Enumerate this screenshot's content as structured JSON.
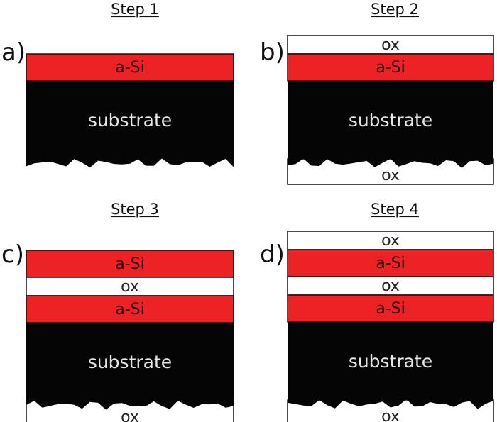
{
  "colors": {
    "asi": "#ed2224",
    "asi_text": "#2a0000",
    "ox": "#ffffff",
    "ox_text": "#222222",
    "substrate": "#050505",
    "substrate_text": "#e6e6e6",
    "outline": "#111111"
  },
  "panels": [
    {
      "step": "Step 1",
      "letter": "a)",
      "layers": [
        {
          "type": "asi",
          "label": "a-Si"
        },
        {
          "type": "substrate",
          "label": "substrate"
        }
      ],
      "bottom_ox": null
    },
    {
      "step": "Step 2",
      "letter": "b)",
      "layers": [
        {
          "type": "ox",
          "label": "ox"
        },
        {
          "type": "asi",
          "label": "a-Si"
        },
        {
          "type": "substrate",
          "label": "substrate"
        }
      ],
      "bottom_ox": "ox"
    },
    {
      "step": "Step 3",
      "letter": "c)",
      "layers": [
        {
          "type": "asi",
          "label": "a-Si"
        },
        {
          "type": "ox",
          "label": "ox"
        },
        {
          "type": "asi",
          "label": "a-Si"
        },
        {
          "type": "substrate",
          "label": "substrate"
        }
      ],
      "bottom_ox": "ox"
    },
    {
      "step": "Step 4",
      "letter": "d)",
      "layers": [
        {
          "type": "ox",
          "label": "ox"
        },
        {
          "type": "asi",
          "label": "a-Si"
        },
        {
          "type": "ox",
          "label": "ox"
        },
        {
          "type": "asi",
          "label": "a-Si"
        },
        {
          "type": "substrate",
          "label": "substrate"
        }
      ],
      "bottom_ox": "ox"
    }
  ]
}
